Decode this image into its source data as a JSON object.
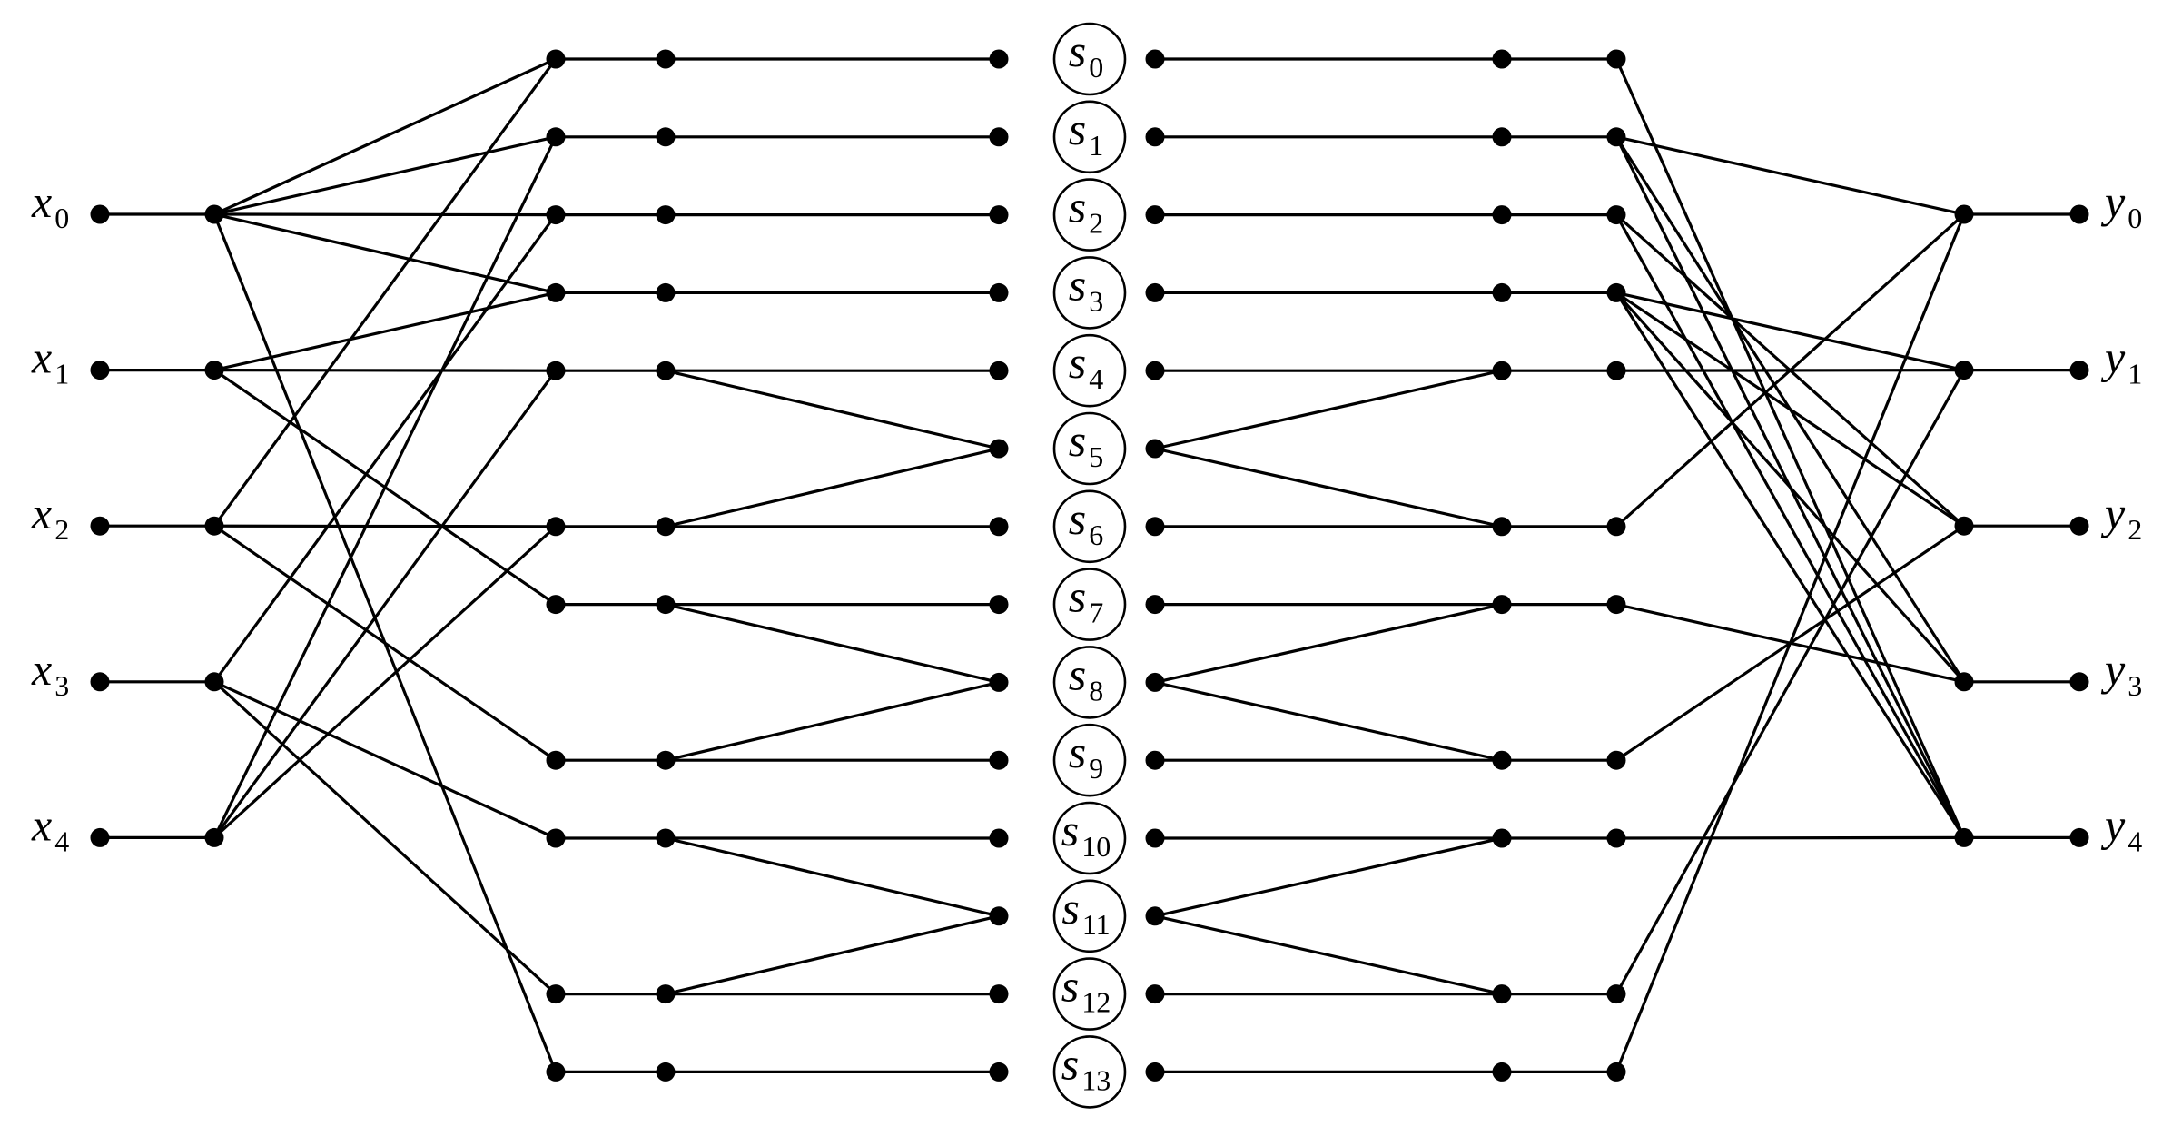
{
  "inputs": [
    {
      "base": "x",
      "sub": "0"
    },
    {
      "base": "x",
      "sub": "1"
    },
    {
      "base": "x",
      "sub": "2"
    },
    {
      "base": "x",
      "sub": "3"
    },
    {
      "base": "x",
      "sub": "4"
    }
  ],
  "outputs": [
    {
      "base": "y",
      "sub": "0"
    },
    {
      "base": "y",
      "sub": "1"
    },
    {
      "base": "y",
      "sub": "2"
    },
    {
      "base": "y",
      "sub": "3"
    },
    {
      "base": "y",
      "sub": "4"
    }
  ],
  "states": [
    {
      "base": "s",
      "sub": "0"
    },
    {
      "base": "s",
      "sub": "1"
    },
    {
      "base": "s",
      "sub": "2"
    },
    {
      "base": "s",
      "sub": "3"
    },
    {
      "base": "s",
      "sub": "4"
    },
    {
      "base": "s",
      "sub": "5"
    },
    {
      "base": "s",
      "sub": "6"
    },
    {
      "base": "s",
      "sub": "7"
    },
    {
      "base": "s",
      "sub": "8"
    },
    {
      "base": "s",
      "sub": "9"
    },
    {
      "base": "s",
      "sub": "10"
    },
    {
      "base": "s",
      "sub": "11"
    },
    {
      "base": "s",
      "sub": "12"
    },
    {
      "base": "s",
      "sub": "13"
    }
  ],
  "colors": {
    "ink": "#000000",
    "background": "#ffffff"
  }
}
